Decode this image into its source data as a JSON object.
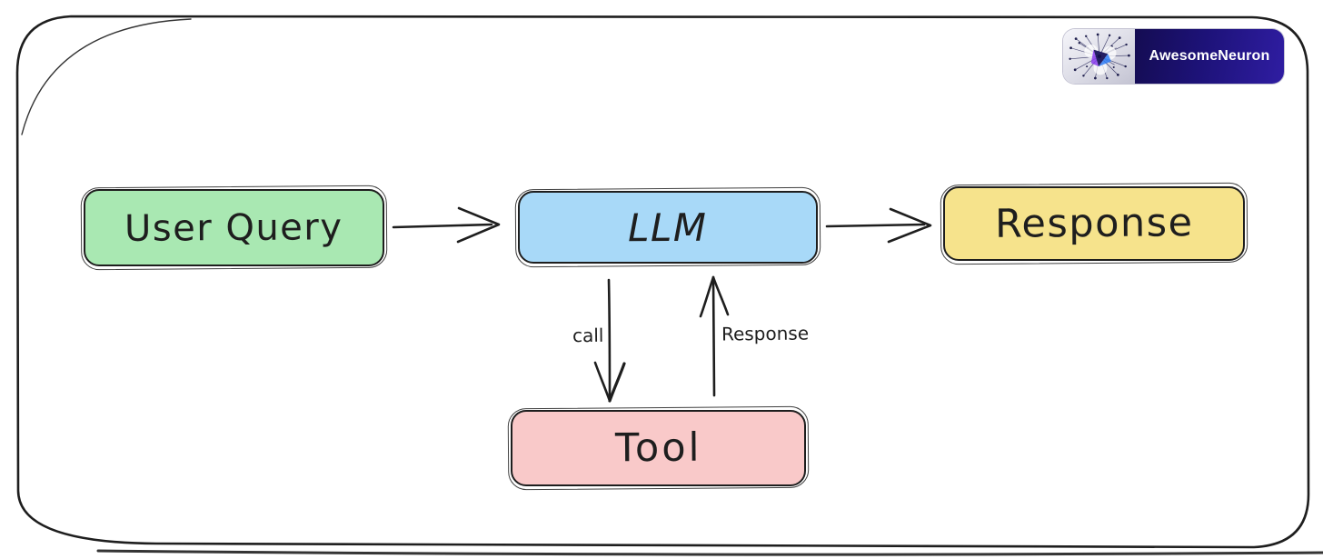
{
  "colors": {
    "ink": "#1e1e1e",
    "background": "#ffffff",
    "brand_navy": "#1d1278",
    "brand_text": "#ffffff",
    "node_user_query_fill": "#a9e8b2",
    "node_llm_fill": "#a8d9f8",
    "node_response_fill": "#f6e38c",
    "node_tool_fill": "#f9c9c9"
  },
  "brand": {
    "name": "AwesomeNeuron",
    "icon": "neuron-network-logo"
  },
  "diagram": {
    "nodes": [
      {
        "id": "user-query",
        "label": "User Query",
        "fill": "#a9e8b2"
      },
      {
        "id": "llm",
        "label": "LLM",
        "fill": "#a8d9f8"
      },
      {
        "id": "response",
        "label": "Response",
        "fill": "#f6e38c"
      },
      {
        "id": "tool",
        "label": "Tool",
        "fill": "#f9c9c9"
      }
    ],
    "edges": [
      {
        "from": "User Query",
        "to": "LLM",
        "label": ""
      },
      {
        "from": "LLM",
        "to": "Response",
        "label": ""
      },
      {
        "from": "LLM",
        "to": "Tool",
        "label": "call"
      },
      {
        "from": "Tool",
        "to": "LLM",
        "label": "Response"
      }
    ]
  }
}
